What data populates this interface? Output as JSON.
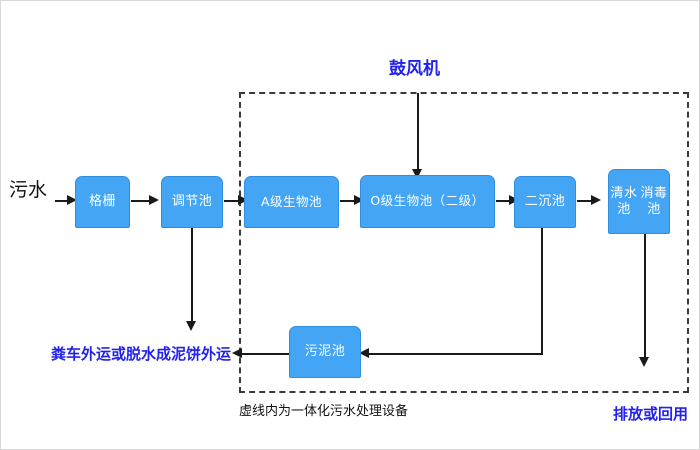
{
  "diagram": {
    "title_note": "鼓风机",
    "caption": "虚线内为一体化污水处理设备",
    "colors": {
      "box_fill": "#44a5f5",
      "box_border": "#2f8ede",
      "box_text": "#ffffff",
      "annotation_blue": "#2222ee",
      "line": "#1a1a1a",
      "dashed_border": "#3a3a3a",
      "background": "#ffffff"
    },
    "nodes": [
      {
        "id": "grating",
        "label": "格栅",
        "inside_dashed": false
      },
      {
        "id": "regulating",
        "label": "调节池",
        "inside_dashed": false
      },
      {
        "id": "a_stage",
        "label": "A级生物池",
        "inside_dashed": true
      },
      {
        "id": "o_stage",
        "label": "O级生物池（二级）",
        "inside_dashed": true
      },
      {
        "id": "secondary",
        "label": "二沉池",
        "inside_dashed": true
      },
      {
        "id": "clearwater",
        "label": "清水池\n消毒池",
        "inside_dashed": true
      },
      {
        "id": "sludge",
        "label": "污泥池",
        "inside_dashed": true
      }
    ],
    "labels": {
      "inlet": "污水",
      "blower": "鼓风机",
      "sludge_disposal": "粪车外运或脱水成泥饼外运",
      "outlet": "排放或回用",
      "clearwater_line1": "清水池",
      "clearwater_line2": "消毒池"
    },
    "edges": [
      {
        "from": "污水",
        "to": "格栅",
        "type": "arrow-right"
      },
      {
        "from": "格栅",
        "to": "调节池",
        "type": "arrow-right"
      },
      {
        "from": "调节池",
        "to": "A级生物池",
        "type": "arrow-right"
      },
      {
        "from": "A级生物池",
        "to": "O级生物池（二级）",
        "type": "arrow-right"
      },
      {
        "from": "O级生物池（二级）",
        "to": "二沉池",
        "type": "arrow-right"
      },
      {
        "from": "二沉池",
        "to": "清水池消毒池",
        "type": "arrow-right"
      },
      {
        "from": "鼓风机",
        "to": "O级生物池（二级）",
        "type": "arrow-down"
      },
      {
        "from": "调节池",
        "to": "粪车外运或脱水成泥饼外运",
        "type": "arrow-down"
      },
      {
        "from": "二沉池",
        "to": "污泥池",
        "type": "arrow-left-elbow"
      },
      {
        "from": "污泥池",
        "to": "粪车外运或脱水成泥饼外运",
        "type": "arrow-left"
      },
      {
        "from": "清水池消毒池",
        "to": "排放或回用",
        "type": "arrow-down"
      }
    ]
  }
}
